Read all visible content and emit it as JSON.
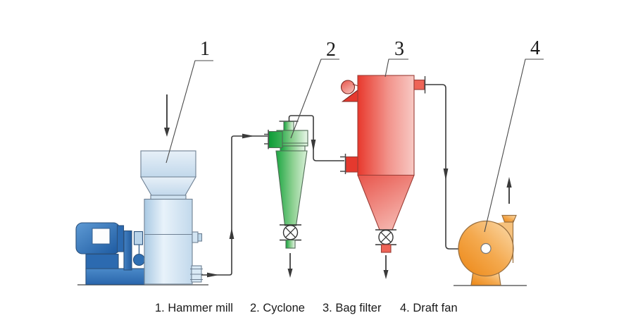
{
  "callouts": {
    "c1": "1",
    "c2": "2",
    "c3": "3",
    "c4": "4"
  },
  "caption": {
    "item1": "1. Hammer mill",
    "item2": "2. Cyclone",
    "item3": "3. Bag filter",
    "item4": "4. Draft fan"
  },
  "equipment": [
    {
      "number": "1",
      "name": "Hammer mill"
    },
    {
      "number": "2",
      "name": "Cyclone"
    },
    {
      "number": "3",
      "name": "Bag filter"
    },
    {
      "number": "4",
      "name": "Draft fan"
    }
  ],
  "colors": {
    "pipe": "#3a3a3a",
    "text": "#1a1a1a",
    "mill_blue_light": "#d3e5f3",
    "motor_blue": "#2c6ab0",
    "cyclone_green": "#14a23e",
    "filter_red": "#e5392e",
    "filter_red_light": "#ee6457",
    "fan_orange": "#f0922a"
  }
}
